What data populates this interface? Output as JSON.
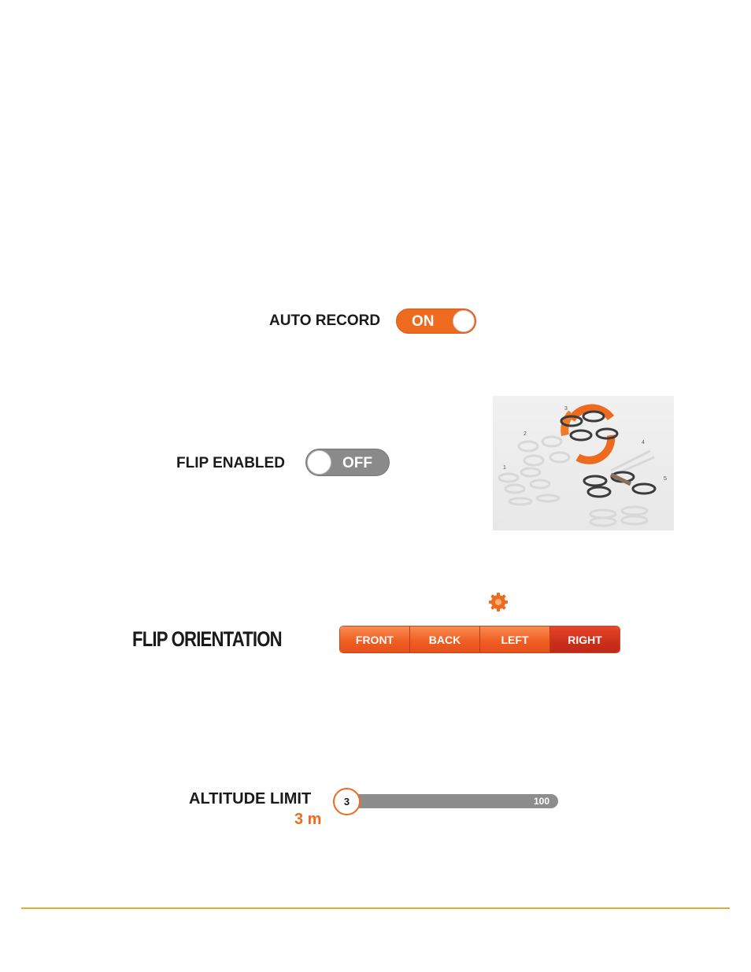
{
  "auto_record": {
    "label": "AUTO RECORD",
    "state": "ON"
  },
  "flip_enabled": {
    "label": "FLIP ENABLED",
    "state": "OFF"
  },
  "flip_image": {
    "step_labels": [
      "1",
      "2",
      "3",
      "4",
      "5"
    ]
  },
  "flip_orientation": {
    "label": "FLIP ORIENTATION",
    "options": [
      "FRONT",
      "BACK",
      "LEFT",
      "RIGHT"
    ],
    "selected": "RIGHT"
  },
  "altitude_limit": {
    "label": "ALTITUDE LIMIT",
    "value_display": "3 m",
    "slider_value": "3",
    "slider_max": "100"
  },
  "colors": {
    "accent": "#ee6a1f",
    "selected": "#cd2f1a",
    "rule": "#eba736",
    "off": "#8a8a8a"
  },
  "icons": [
    "gear-icon"
  ]
}
